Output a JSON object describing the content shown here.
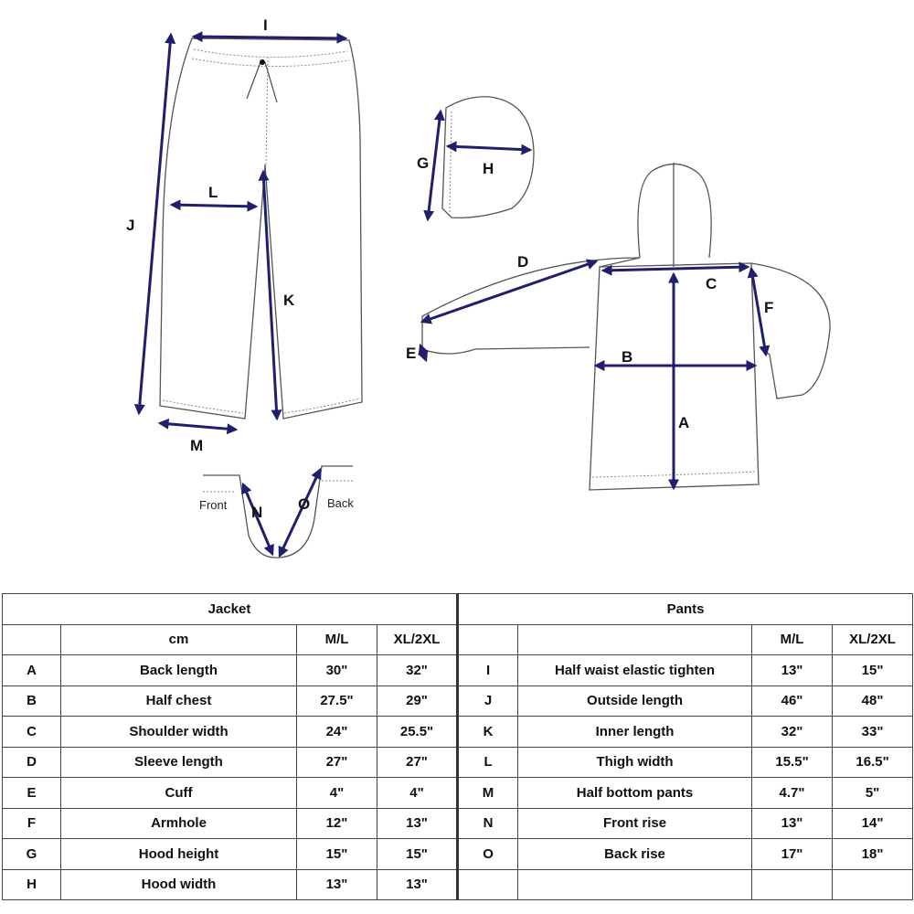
{
  "diagram": {
    "labels": {
      "I": "I",
      "J": "J",
      "K": "K",
      "L": "L",
      "M": "M",
      "N": "N",
      "O": "O",
      "G": "G",
      "H": "H",
      "D": "D",
      "C": "C",
      "F": "F",
      "E": "E",
      "B": "B",
      "A": "A"
    },
    "rise_front_label": "Front",
    "rise_back_label": "Back",
    "measure_color": "#1f1f6b",
    "outline_color": "#555555"
  },
  "table": {
    "jacket_title": "Jacket",
    "pants_title": "Pants",
    "jacket_header": {
      "name": "cm",
      "m_l": "M/L",
      "xl_2xl": "XL/2XL"
    },
    "pants_header": {
      "m_l": "M/L",
      "xl_2xl": "XL/2XL"
    },
    "jacket_rows": [
      {
        "code": "A",
        "name": "Back length",
        "m_l": "30\"",
        "xl_2xl": "32\""
      },
      {
        "code": "B",
        "name": "Half chest",
        "m_l": "27.5\"",
        "xl_2xl": "29\""
      },
      {
        "code": "C",
        "name": "Shoulder width",
        "m_l": "24\"",
        "xl_2xl": "25.5\""
      },
      {
        "code": "D",
        "name": "Sleeve length",
        "m_l": "27\"",
        "xl_2xl": "27\""
      },
      {
        "code": "E",
        "name": "Cuff",
        "m_l": "4\"",
        "xl_2xl": "4\""
      },
      {
        "code": "F",
        "name": "Armhole",
        "m_l": "12\"",
        "xl_2xl": "13\""
      },
      {
        "code": "G",
        "name": "Hood height",
        "m_l": "15\"",
        "xl_2xl": "15\""
      },
      {
        "code": "H",
        "name": "Hood width",
        "m_l": "13\"",
        "xl_2xl": "13\""
      }
    ],
    "pants_rows": [
      {
        "code": "I",
        "name": "Half waist elastic tighten",
        "m_l": "13\"",
        "xl_2xl": "15\""
      },
      {
        "code": "J",
        "name": "Outside length",
        "m_l": "46\"",
        "xl_2xl": "48\""
      },
      {
        "code": "K",
        "name": "Inner length",
        "m_l": "32\"",
        "xl_2xl": "33\""
      },
      {
        "code": "L",
        "name": "Thigh width",
        "m_l": "15.5\"",
        "xl_2xl": "16.5\""
      },
      {
        "code": "M",
        "name": "Half bottom pants",
        "m_l": "4.7\"",
        "xl_2xl": "5\""
      },
      {
        "code": "N",
        "name": "Front rise",
        "m_l": "13\"",
        "xl_2xl": "14\""
      },
      {
        "code": "O",
        "name": "Back rise",
        "m_l": "17\"",
        "xl_2xl": "18\""
      }
    ]
  }
}
